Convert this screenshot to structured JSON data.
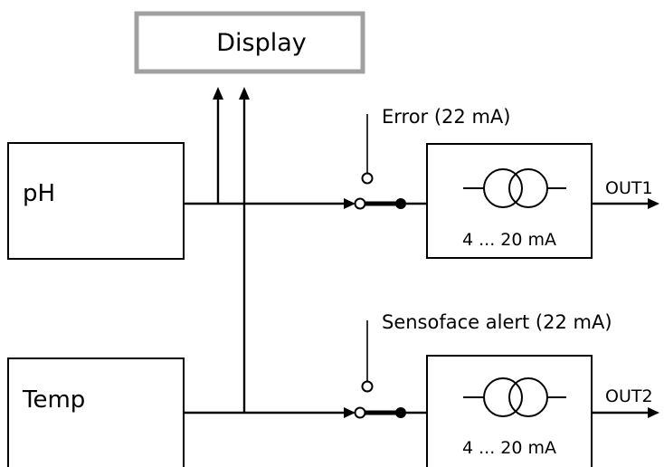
{
  "display": {
    "label": "Display",
    "border_color": "#a0a0a0"
  },
  "inputs": {
    "ph": {
      "label": "pH"
    },
    "temp": {
      "label": "Temp"
    }
  },
  "channels": [
    {
      "switch_label": "Error (22 mA)",
      "range_label": "4 ... 20 mA",
      "output_label": "OUT1"
    },
    {
      "switch_label": "Sensoface alert (22 mA)",
      "range_label": "4 ... 20 mA",
      "output_label": "OUT2"
    }
  ],
  "colors": {
    "line": "#000000",
    "display_border": "#a0a0a0",
    "background": "#ffffff"
  },
  "icons": [
    "arrow-up-icon",
    "arrow-right-icon",
    "switch-contact-icon",
    "current-transformer-icon"
  ]
}
